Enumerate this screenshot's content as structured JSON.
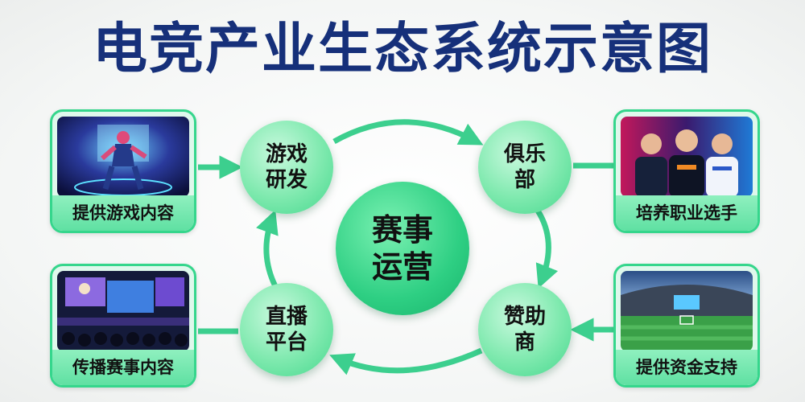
{
  "title": "电竞产业生态系统示意图",
  "center_node": {
    "label": "赛事\n运营"
  },
  "nodes": {
    "game_dev": {
      "label": "游戏\n研发"
    },
    "club": {
      "label": "俱乐\n部"
    },
    "sponsor": {
      "label": "赞助\n商"
    },
    "live_platform": {
      "label": "直播\n平台"
    }
  },
  "cards": {
    "game_content": {
      "caption": "提供游戏内容",
      "image": "esports-game-character-illustration"
    },
    "pro_players": {
      "caption": "培养职业选手",
      "image": "pro-players-team-photo"
    },
    "broadcast": {
      "caption": "传播赛事内容",
      "image": "esports-arena-stage-photo"
    },
    "funding": {
      "caption": "提供资金支持",
      "image": "stadium-field-photo"
    }
  },
  "colors": {
    "title": "#16307a",
    "node_green": "#46d88e",
    "center_green": "#2ecf83",
    "arrow": "#3ccf8e",
    "card_border": "#35d68c"
  }
}
